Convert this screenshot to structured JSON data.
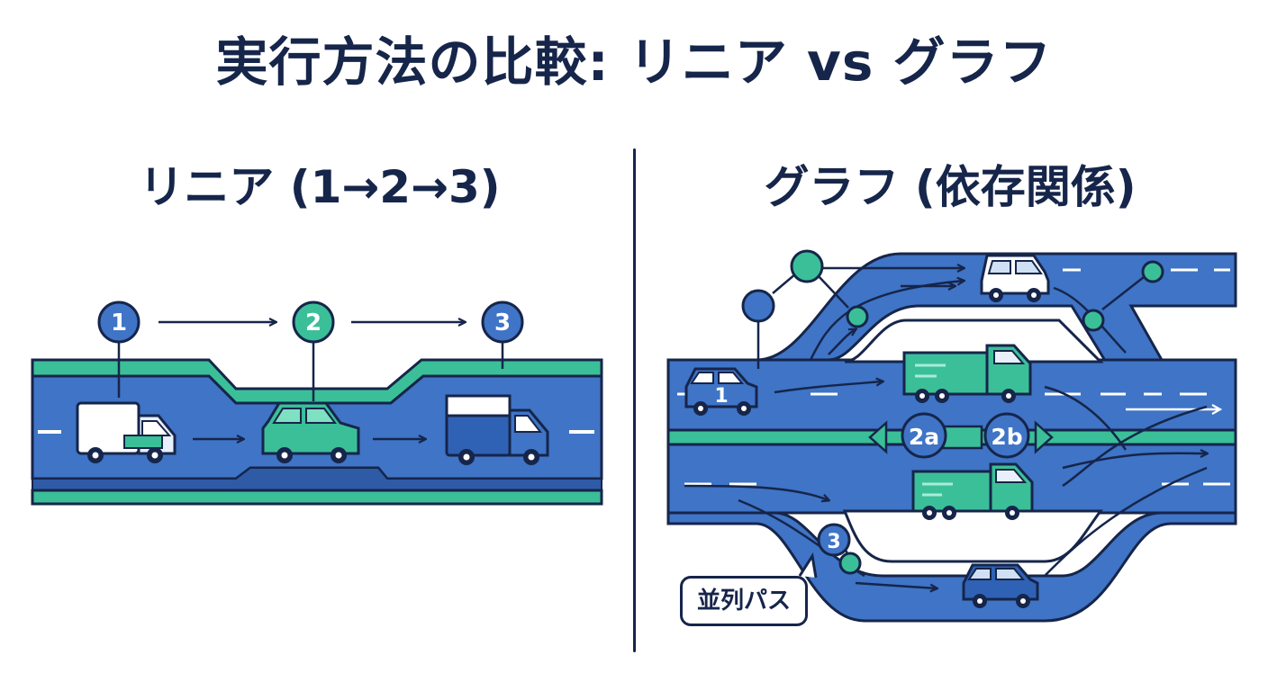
{
  "title": "実行方法の比較: リニア vs グラフ",
  "linear": {
    "heading": "リニア (1→2→3)",
    "steps": [
      "1",
      "2",
      "3"
    ]
  },
  "graph": {
    "heading": "グラフ (依存関係)",
    "nodes": [
      "1",
      "2a",
      "2b",
      "3"
    ],
    "callout": "並列パス"
  },
  "colors": {
    "navy": "#16254a",
    "road_blue": "#3f74c6",
    "teal": "#3bbf98",
    "white": "#ffffff"
  }
}
